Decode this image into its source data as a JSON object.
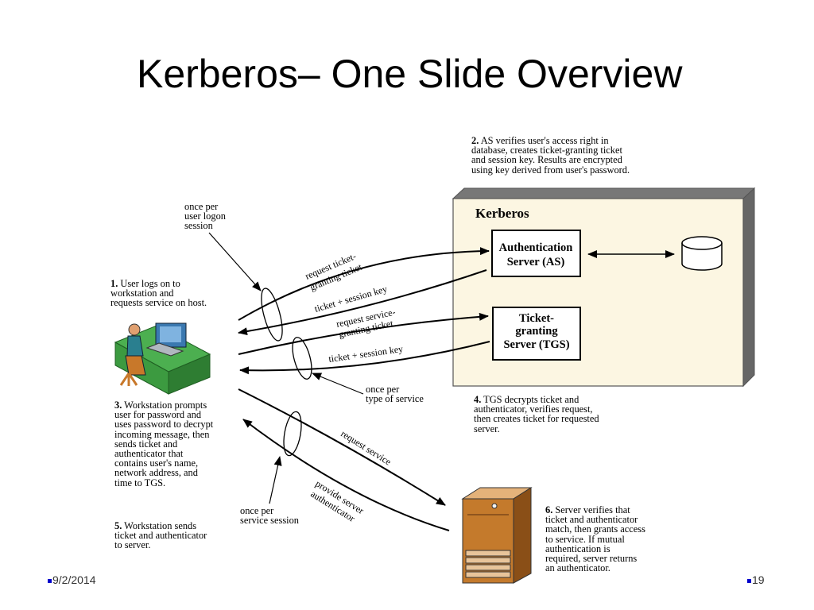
{
  "slide": {
    "title": "Kerberos– One Slide Overview"
  },
  "diagram": {
    "kerberos_label": "Kerberos",
    "as_box": {
      "line1": "Authentication",
      "line2": "Server (AS)"
    },
    "tgs_box": {
      "line1": "Ticket-",
      "line2": "granting",
      "line3": "Server (TGS)"
    },
    "arrows": {
      "request_tgt": [
        "request ticket-",
        "granting ticket"
      ],
      "ticket_session_1": "ticket + session key",
      "request_sgt": [
        "request service-",
        "granting ticket"
      ],
      "ticket_session_2": "ticket + session key",
      "request_service": "request service",
      "provide_auth": [
        "provide server",
        "authenticator"
      ]
    },
    "callouts": {
      "logon": [
        "once per",
        "user logon",
        "session"
      ],
      "service_type": [
        "once per",
        "type of service"
      ],
      "service_session": [
        "once per",
        "service session"
      ]
    },
    "steps": {
      "s1": {
        "num": "1.",
        "lines": [
          " User logs on to",
          "workstation and",
          "requests service on host."
        ]
      },
      "s2": {
        "num": "2.",
        "lines": [
          " AS verifies user's access right in",
          "database, creates ticket-granting ticket",
          "and session key. Results are encrypted",
          "using key derived from user's password."
        ]
      },
      "s3": {
        "num": "3.",
        "lines": [
          " Workstation prompts",
          "user for password and",
          "uses password to decrypt",
          "incoming message, then",
          "sends ticket and",
          "authenticator that",
          "contains user's name,",
          "network address, and",
          "time to TGS."
        ]
      },
      "s4": {
        "num": "4.",
        "lines": [
          " TGS decrypts ticket and",
          "authenticator, verifies request,",
          "then creates ticket for requested",
          "server."
        ]
      },
      "s5": {
        "num": "5.",
        "lines": [
          " Workstation sends",
          "ticket and authenticator",
          "to server."
        ]
      },
      "s6": {
        "num": "6.",
        "lines": [
          " Server verifies that",
          "ticket and authenticator",
          "match, then grants access",
          "to service. If mutual",
          "authentication is",
          "required, server returns",
          "an authenticator."
        ]
      }
    }
  },
  "footer": {
    "date": "9/2/2014",
    "page": "19"
  },
  "colors": {
    "kerberos_fill": "#fcf6e2",
    "kerberos_edge": "#777777",
    "desk": "#4caf50",
    "monitor": "#3a78b0",
    "server": "#c47a2c",
    "bullet": "#0000cc"
  }
}
